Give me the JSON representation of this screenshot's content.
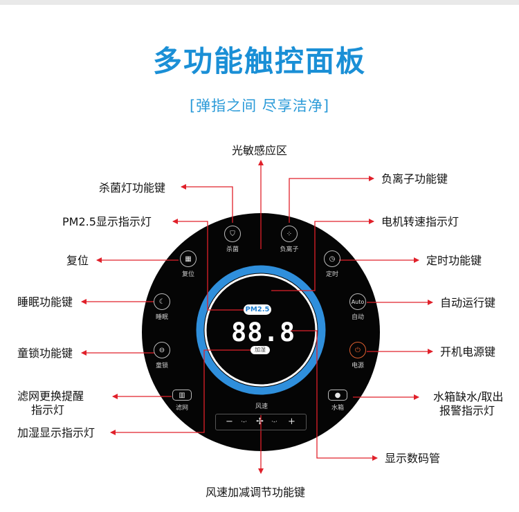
{
  "header": {
    "title": "多功能触控面板",
    "subtitle": "[弹指之间 尽享洁净]"
  },
  "colors": {
    "title": "#1a8fd6",
    "panel": "#050505",
    "ring": "#2f8fdc",
    "arrow": "#e0202a"
  },
  "callouts": {
    "light_sensor": "光敏感应区",
    "uv_lamp": "杀菌灯功能键",
    "anion": "负离子功能键",
    "pm25": "PM2.5显示指示灯",
    "motor_speed": "电机转速指示灯",
    "reset": "复位",
    "timer": "定时功能键",
    "sleep": "睡眠功能键",
    "auto": "自动运行键",
    "child_lock": "童锁功能键",
    "power": "开机电源键",
    "filter_line1": "滤网更换提醒",
    "filter_line2": "指示灯",
    "water_line1": "水箱缺水/取出",
    "water_line2": "报警指示灯",
    "humidify": "加湿显示指示灯",
    "display": "显示数码管",
    "fan_speed": "风速加减调节功能键"
  },
  "panel": {
    "btn_uv": "杀菌",
    "btn_anion": "负离子",
    "btn_reset": "复位",
    "btn_timer": "定时",
    "btn_sleep": "睡眠",
    "btn_auto_icon": "Auto",
    "btn_auto": "自动",
    "btn_lock": "童锁",
    "btn_power": "电源",
    "btn_filter": "滤网",
    "btn_water": "水箱",
    "pm_badge": "PM2.5",
    "display_value": "88.8",
    "humidify_badge": "加湿",
    "fan_label": "风速",
    "fan_minus": "−",
    "fan_plus": "+"
  },
  "icons": [
    "shield-icon",
    "dots-icon",
    "grid-icon",
    "clock-icon",
    "moon-icon",
    "lock-icon",
    "power-icon",
    "filter-icon",
    "water-drop-icon",
    "fan-icon"
  ]
}
